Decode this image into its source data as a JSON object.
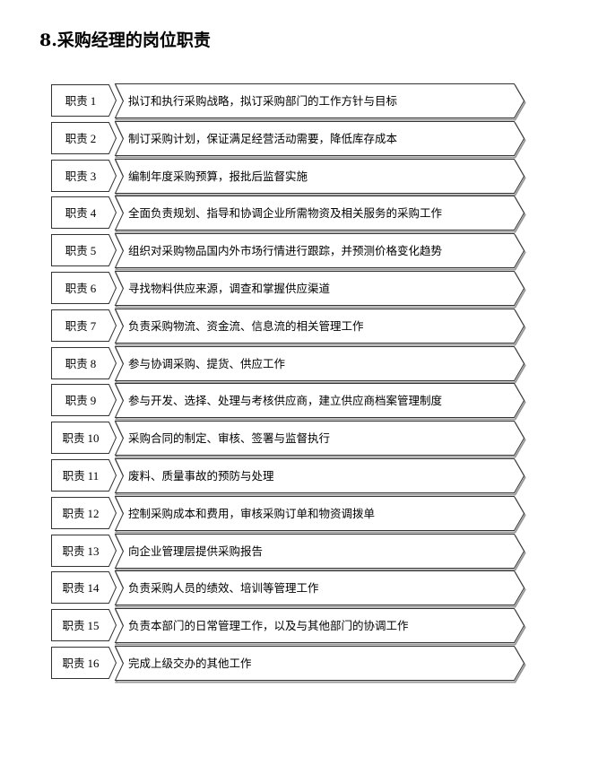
{
  "title": "8.采购经理的岗位职责",
  "style": {
    "stroke": "#333333",
    "shadow": "#9a9a9a",
    "fill": "#ffffff"
  },
  "duties": [
    {
      "label": "职责",
      "num": "1",
      "text": "拟订和执行采购战略，拟订采购部门的工作方针与目标"
    },
    {
      "label": "职责",
      "num": "2",
      "text": "制订采购计划，保证满足经营活动需要，降低库存成本"
    },
    {
      "label": "职责",
      "num": "3",
      "text": "编制年度采购预算，报批后监督实施"
    },
    {
      "label": "职责",
      "num": "4",
      "text": "全面负责规划、指导和协调企业所需物资及相关服务的采购工作"
    },
    {
      "label": "职责",
      "num": "5",
      "text": "组织对采购物品国内外市场行情进行跟踪，并预测价格变化趋势"
    },
    {
      "label": "职责",
      "num": "6",
      "text": "寻找物料供应来源，调查和掌握供应渠道"
    },
    {
      "label": "职责",
      "num": "7",
      "text": "负责采购物流、资金流、信息流的相关管理工作"
    },
    {
      "label": "职责",
      "num": "8",
      "text": "参与协调采购、提货、供应工作"
    },
    {
      "label": "职责",
      "num": "9",
      "text": "参与开发、选择、处理与考核供应商，建立供应商档案管理制度"
    },
    {
      "label": "职责",
      "num": "10",
      "text": "采购合同的制定、审核、签署与监督执行"
    },
    {
      "label": "职责",
      "num": "11",
      "text": "废料、质量事故的预防与处理"
    },
    {
      "label": "职责",
      "num": "12",
      "text": "控制采购成本和费用，审核采购订单和物资调拨单"
    },
    {
      "label": "职责",
      "num": "13",
      "text": "向企业管理层提供采购报告"
    },
    {
      "label": "职责",
      "num": "14",
      "text": "负责采购人员的绩效、培训等管理工作"
    },
    {
      "label": "职责",
      "num": "15",
      "text": "负责本部门的日常管理工作，以及与其他部门的协调工作"
    },
    {
      "label": "职责",
      "num": "16",
      "text": "完成上级交办的其他工作"
    }
  ]
}
